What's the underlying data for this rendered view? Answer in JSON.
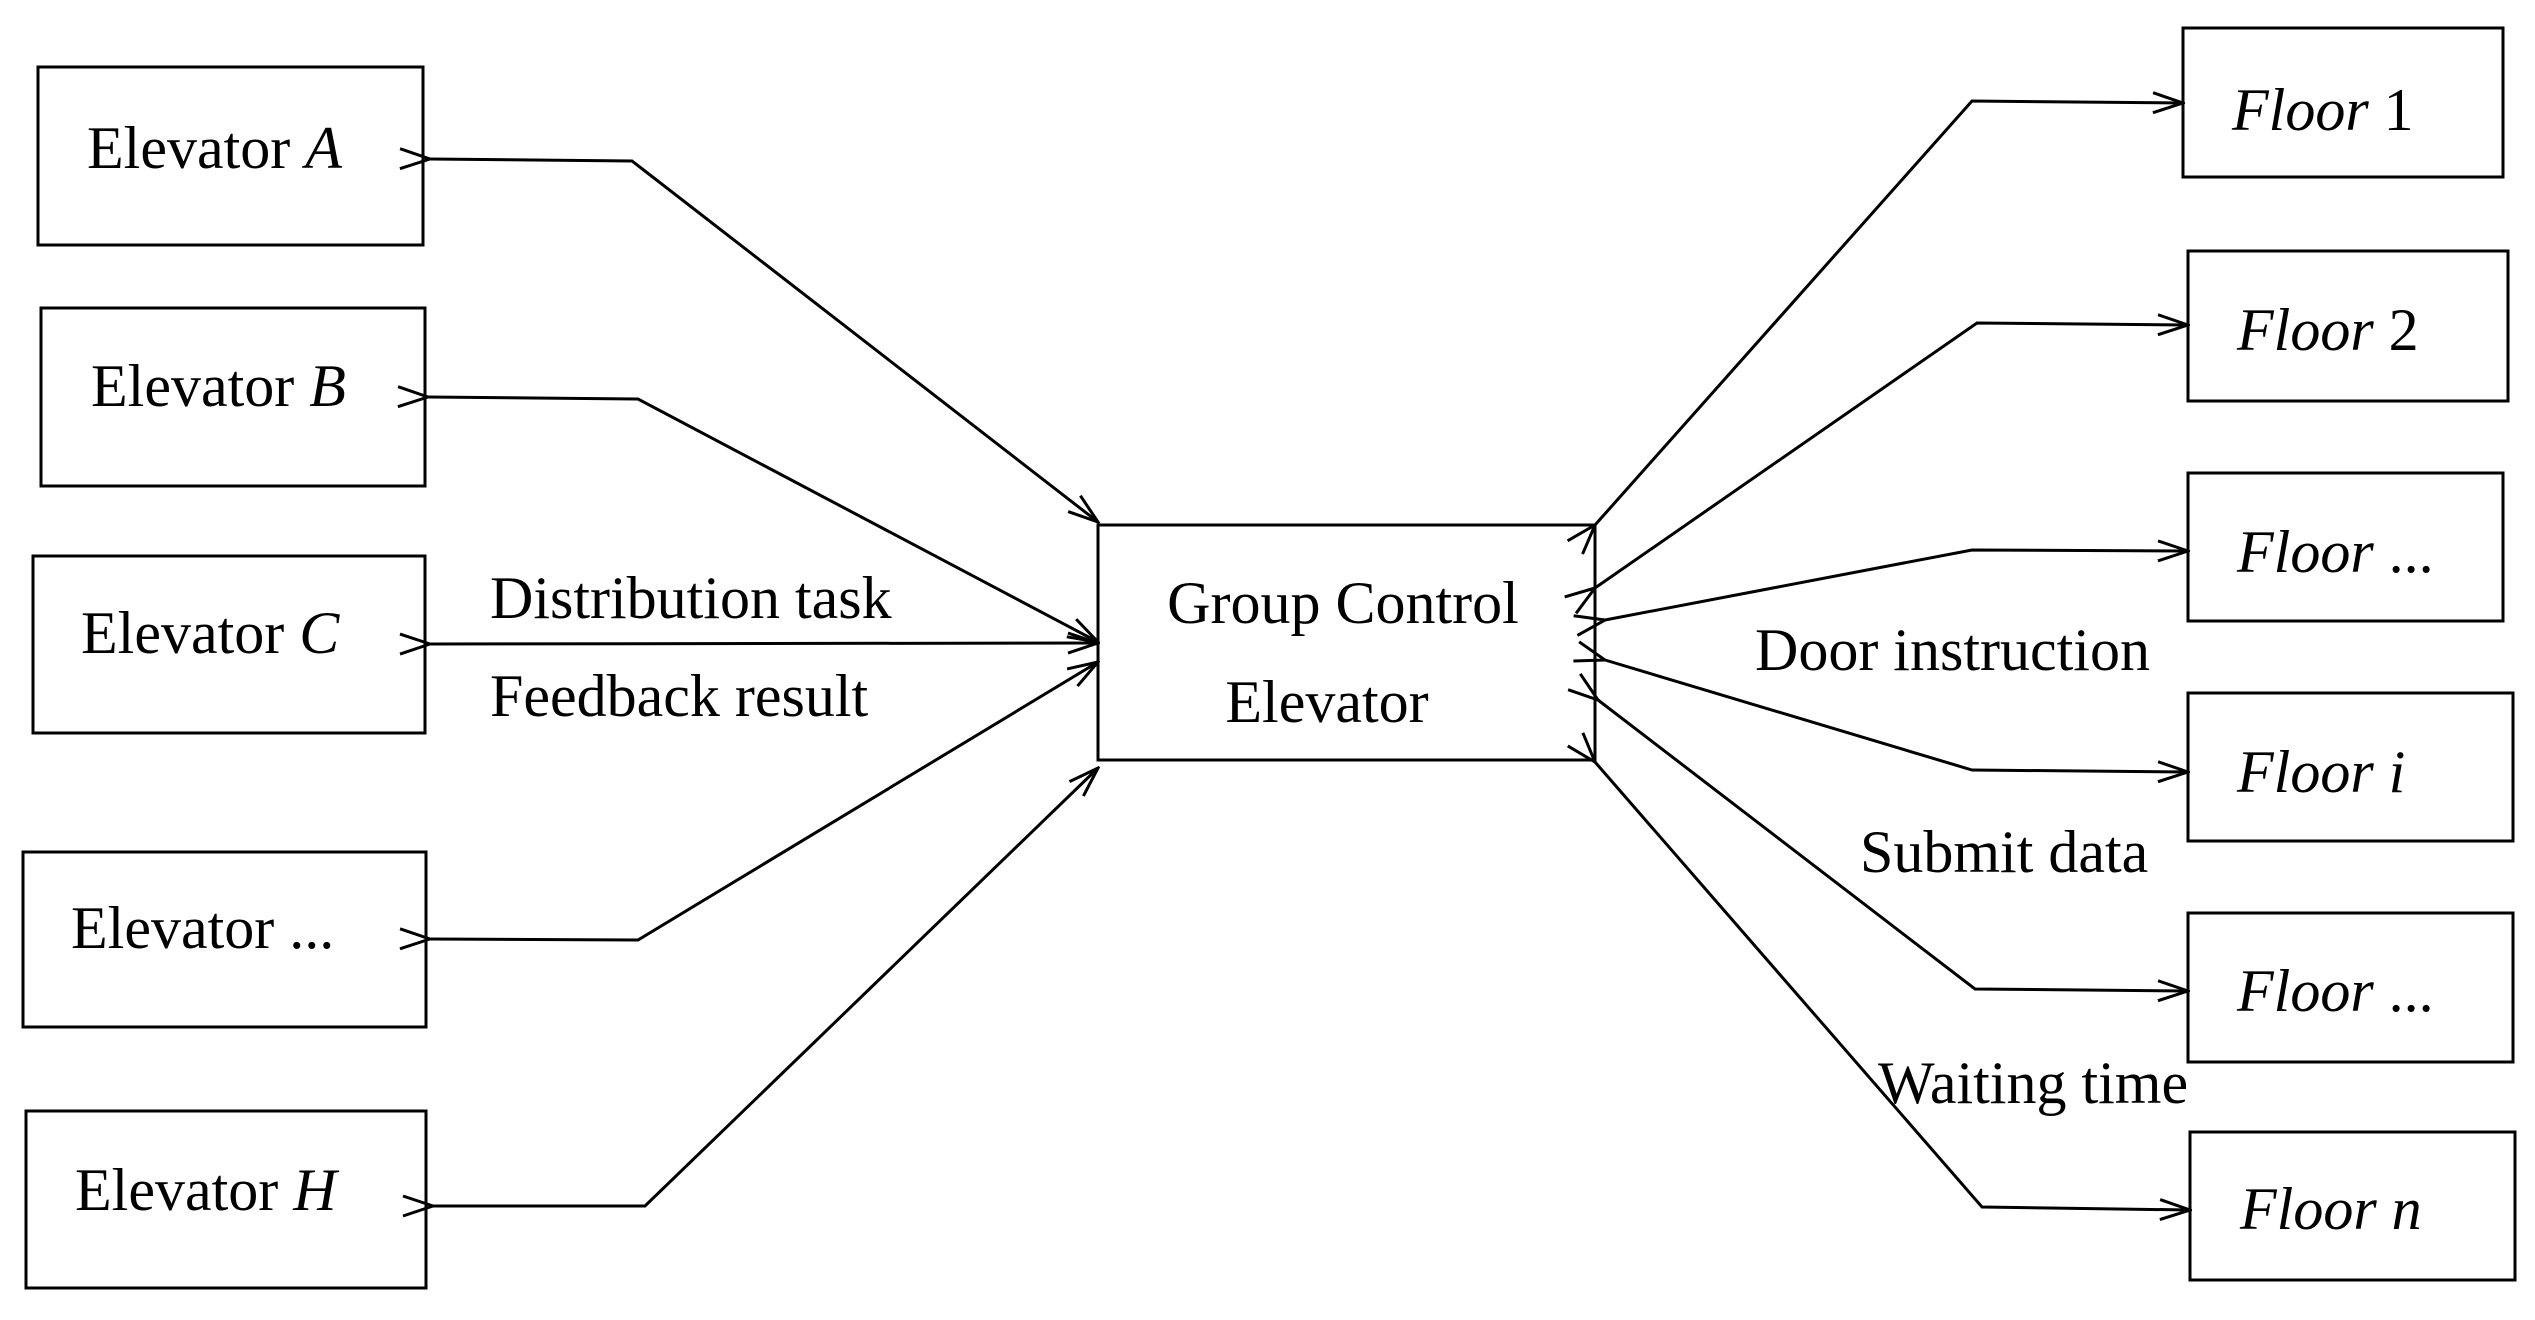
{
  "center": {
    "line1": "Group Control",
    "line2": "Elevator"
  },
  "elevators": [
    {
      "prefix": "Elevator ",
      "var": "A"
    },
    {
      "prefix": "Elevator ",
      "var": "B"
    },
    {
      "prefix": "Elevator ",
      "var": "C"
    },
    {
      "prefix": "Elevator ...",
      "var": ""
    },
    {
      "prefix": "Elevator ",
      "var": "H"
    }
  ],
  "floors": [
    {
      "word": "Floor",
      "suffix": " 1",
      "suffix_italic": false
    },
    {
      "word": "Floor",
      "suffix": " 2",
      "suffix_italic": false
    },
    {
      "word": "Floor",
      "suffix": " ...",
      "suffix_italic": false
    },
    {
      "word": "Floor",
      "suffix": " i",
      "suffix_italic": true
    },
    {
      "word": "Floor",
      "suffix": " ...",
      "suffix_italic": false
    },
    {
      "word": "Floor",
      "suffix": " n",
      "suffix_italic": true
    }
  ],
  "labels": {
    "distribution_task": "Distribution task",
    "feedback_result": "Feedback result",
    "door_instruction": "Door instruction",
    "submit_data": "Submit data",
    "waiting_time": "Waiting time"
  }
}
